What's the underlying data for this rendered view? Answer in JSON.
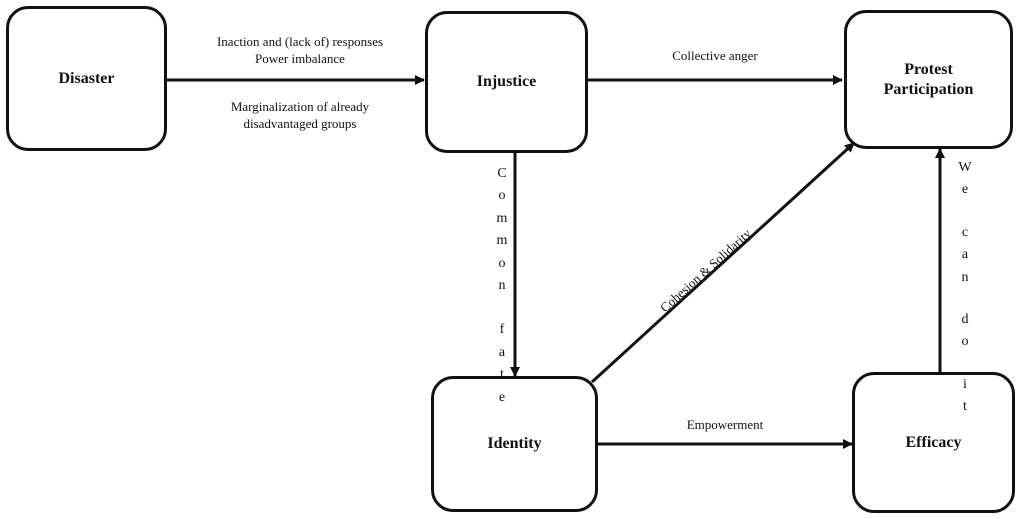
{
  "nodes": {
    "disaster": "Disaster",
    "injustice": "Injustice",
    "protest_line1": "Protest",
    "protest_line2": "Participation",
    "identity": "Identity",
    "efficacy": "Efficacy"
  },
  "edges": {
    "disaster_injustice_line1": "Inaction and (lack of) responses",
    "disaster_injustice_line2": "Power imbalance",
    "disaster_injustice_line3": "Marginalization of already",
    "disaster_injustice_line4": "disadvantaged groups",
    "injustice_protest": "Collective anger",
    "injustice_identity_words": [
      "C",
      "o",
      "m",
      "m",
      "o",
      "n",
      " ",
      "f",
      "a",
      "t",
      "e"
    ],
    "identity_protest": "Cohesion  &  Solidarity",
    "identity_efficacy": "Empowerment",
    "efficacy_protest_words": [
      "W",
      "e",
      " ",
      "c",
      "a",
      "n",
      " ",
      "d",
      "o",
      " ",
      "i",
      "t"
    ]
  }
}
